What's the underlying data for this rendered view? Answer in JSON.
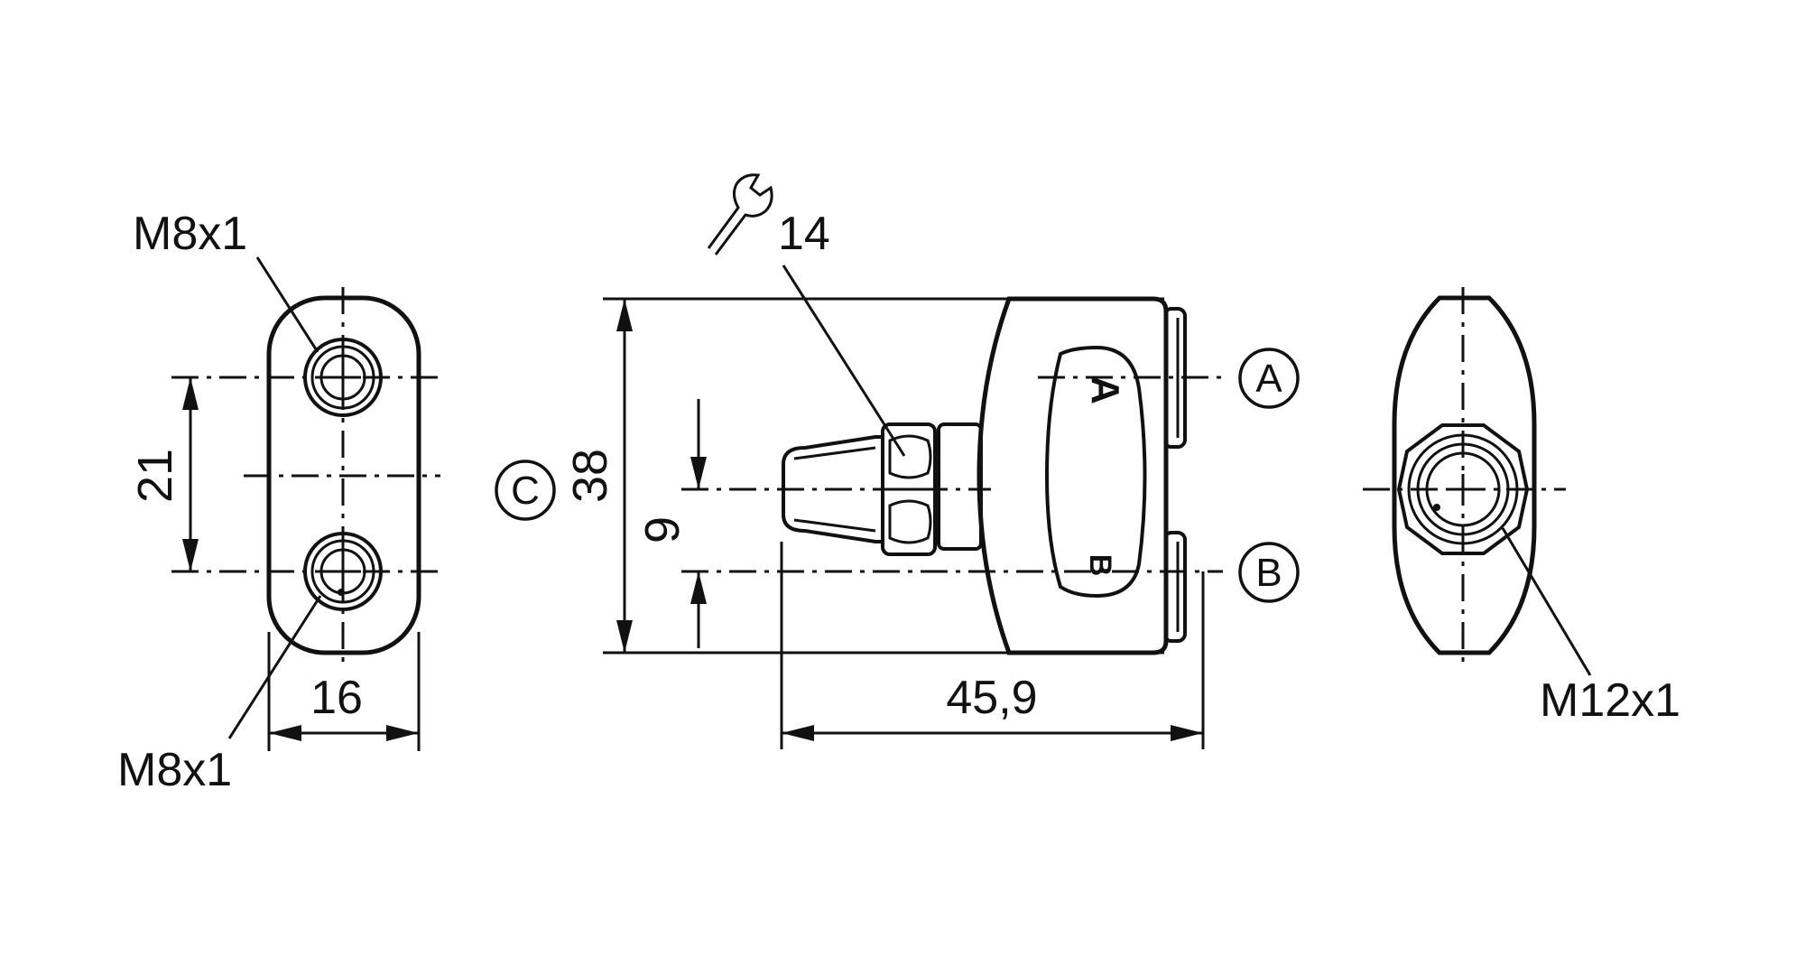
{
  "drawing": {
    "left_view": {
      "top_port_thread": "M8x1",
      "bottom_port_thread": "M8x1",
      "port_spacing": "21",
      "width": "16"
    },
    "front_view": {
      "wrench_size": "14",
      "height": "38",
      "offset": "9",
      "length": "45,9",
      "process_connection_marker": "C",
      "port_a_marker": "A",
      "port_b_marker": "B",
      "housing_letter_a": "A",
      "housing_letter_b": "B"
    },
    "right_view": {
      "thread": "M12x1"
    }
  }
}
